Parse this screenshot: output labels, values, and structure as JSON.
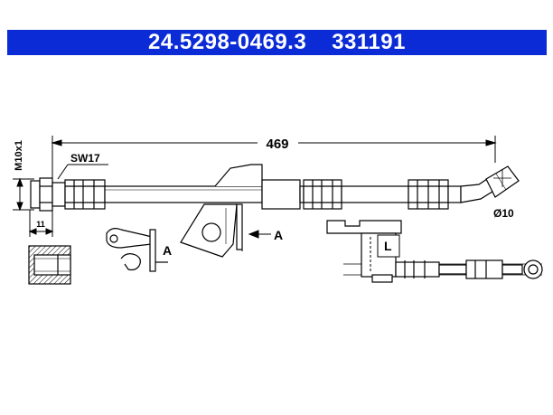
{
  "header": {
    "part_number": "24.5298-0469.3",
    "ref_number": "331191",
    "bg_color": "#0a2bd6"
  },
  "labels": {
    "length": "469",
    "thread": "M10x1",
    "wrench": "SW17",
    "diameter": "Ø10",
    "thread_len": "11",
    "view_a1": "A",
    "view_a2": "A",
    "view_l": "L"
  }
}
